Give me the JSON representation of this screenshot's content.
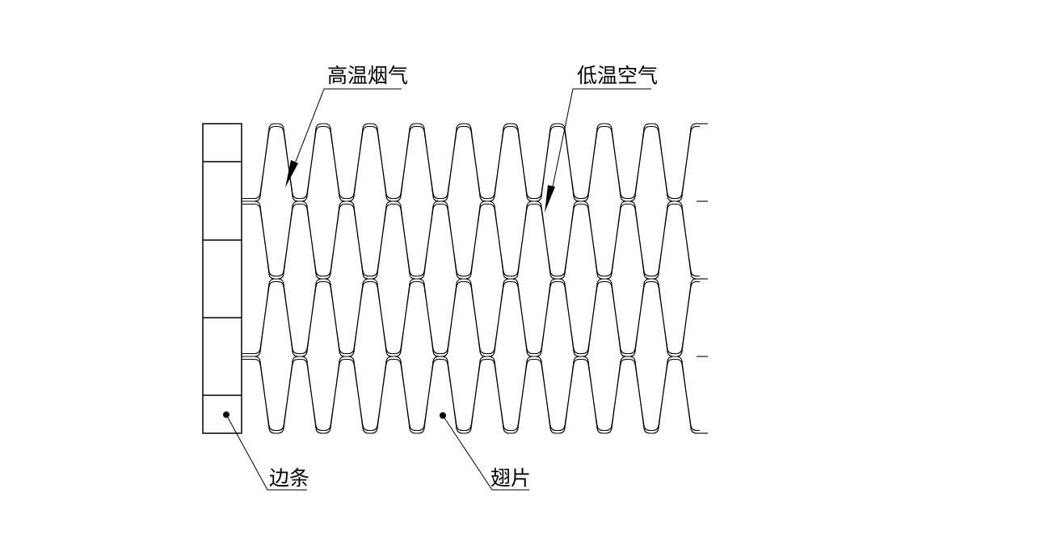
{
  "labels": {
    "hot_flue_gas": "高温烟气",
    "cold_air": "低温空气",
    "edge_strip": "边条",
    "fin": "翅片"
  }
}
